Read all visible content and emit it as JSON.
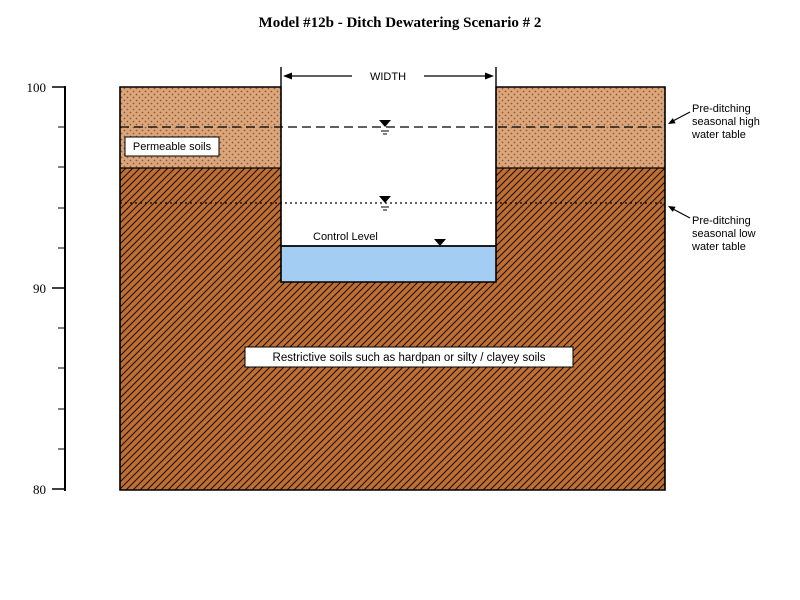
{
  "title": "Model #12b -  Ditch Dewatering Scenario # 2",
  "axis": {
    "ticks": [
      "100",
      "90",
      "80"
    ]
  },
  "diagram": {
    "width_label": "WIDTH",
    "permeable_label": "Permeable soils",
    "control_level_label": "Control Level",
    "restrictive_label": "Restrictive soils such as hardpan or silty / clayey soils"
  },
  "annotations": {
    "high_water_table": [
      "Pre-ditching",
      "seasonal high",
      "water table"
    ],
    "low_water_table": [
      "Pre-ditching",
      "seasonal low",
      "water table"
    ]
  },
  "colors": {
    "permeable_base": "#DCA67C",
    "permeable_dot": "#8C5A33",
    "restrictive_base": "#C06F33",
    "hatch_line": "#1A0F08",
    "water": "#A3CDF2",
    "line": "#000000"
  }
}
